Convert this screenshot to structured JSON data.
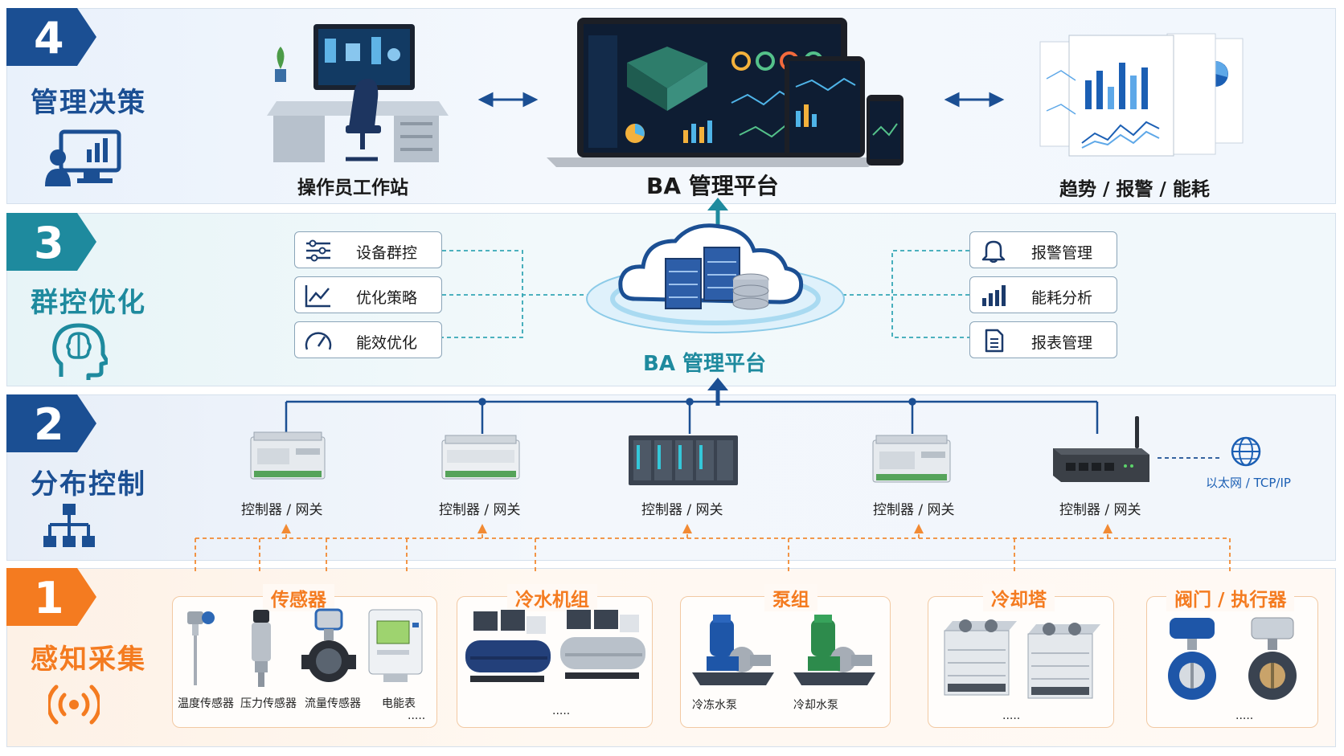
{
  "layers": {
    "l4": {
      "num": "4",
      "title": "管理决策"
    },
    "l3": {
      "num": "3",
      "title": "群控优化"
    },
    "l2": {
      "num": "2",
      "title": "分布控制"
    },
    "l1": {
      "num": "1",
      "title": "感知采集"
    }
  },
  "top": {
    "workstation": "操作员工作站",
    "platform": "BA 管理平台",
    "reports": "趋势 / 报警 / 能耗"
  },
  "middle": {
    "platform": "BA 管理平台",
    "left_functions": [
      "设备群控",
      "优化策略",
      "能效优化"
    ],
    "right_functions": [
      "报警管理",
      "能耗分析",
      "报表管理"
    ]
  },
  "control": {
    "devices": [
      "控制器 / 网关",
      "控制器 / 网关",
      "控制器 / 网关",
      "控制器 / 网关",
      "控制器 / 网关"
    ],
    "network": "以太网 / TCP/IP"
  },
  "field": {
    "sensors": {
      "title": "传感器",
      "items": [
        "温度传感器",
        "压力传感器",
        "流量传感器",
        "电能表"
      ],
      "more": "....."
    },
    "chillers": {
      "title": "冷水机组",
      "more": "....."
    },
    "pumps": {
      "title": "泵组",
      "items": [
        "冷冻水泵",
        "冷却水泵"
      ]
    },
    "towers": {
      "title": "冷却塔",
      "more": "....."
    },
    "valves": {
      "title": "阀门 / 执行器",
      "more": "....."
    }
  },
  "colors": {
    "layer4": "#1b4f93",
    "layer3": "#1e8a9e",
    "layer2": "#1b4f93",
    "layer1": "#f47b20",
    "dashed_orange": "#f28a33",
    "dashed_teal": "#35a7b5"
  }
}
